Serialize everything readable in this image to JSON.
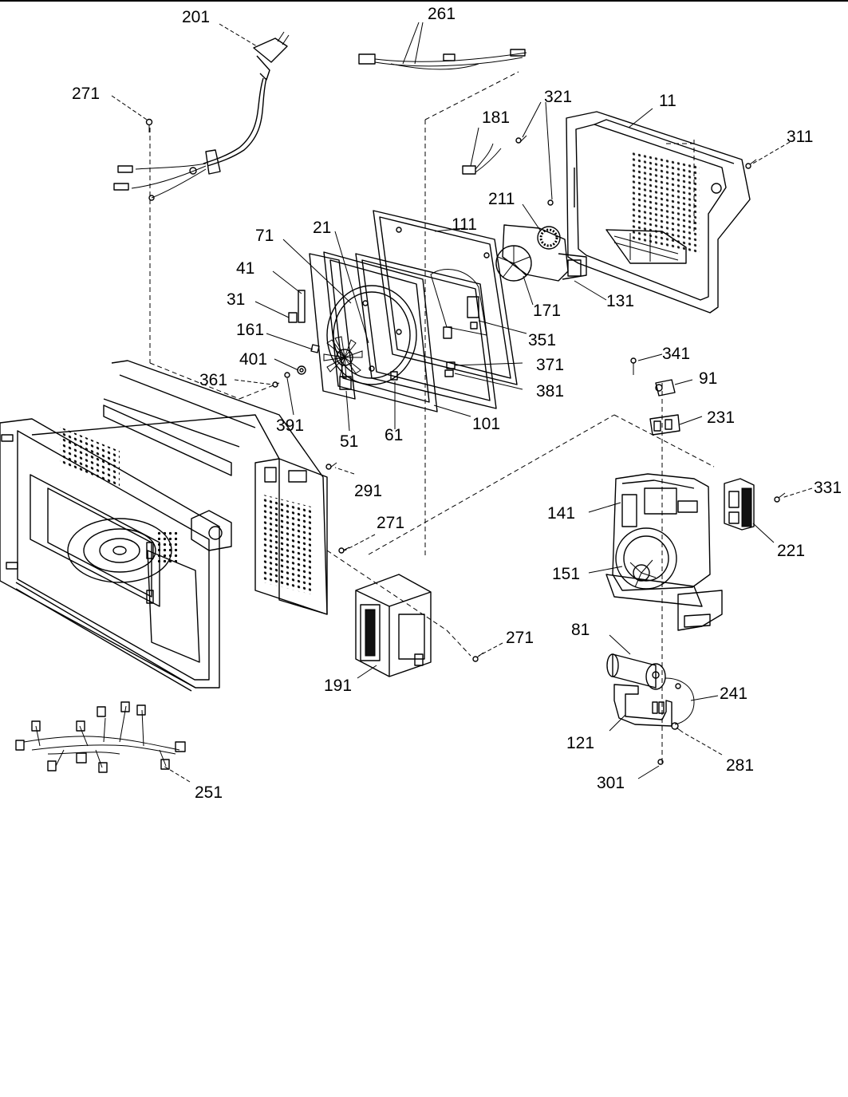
{
  "labels": {
    "p11": "11",
    "p21": "21",
    "p31": "31",
    "p41": "41",
    "p51": "51",
    "p61": "61",
    "p71": "71",
    "p81": "81",
    "p91": "91",
    "p101": "101",
    "p111": "111",
    "p121": "121",
    "p131": "131",
    "p141": "141",
    "p151": "151",
    "p161": "161",
    "p171": "171",
    "p181": "181",
    "p191": "191",
    "p201": "201",
    "p211": "211",
    "p221": "221",
    "p231": "231",
    "p241": "241",
    "p251": "251",
    "p261": "261",
    "p271a": "271",
    "p271b": "271",
    "p271c": "271",
    "p281": "281",
    "p291": "291",
    "p301": "301",
    "p311": "311",
    "p321": "321",
    "p331": "331",
    "p341": "341",
    "p351": "351",
    "p361": "361",
    "p371": "371",
    "p381": "381",
    "p391": "391",
    "p401": "401"
  }
}
